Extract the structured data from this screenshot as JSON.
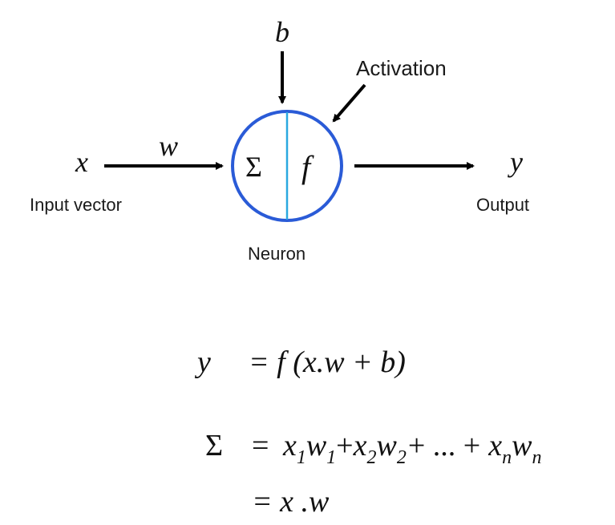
{
  "diagram": {
    "bias_symbol": "b",
    "activation_label": "Activation",
    "input_symbol": "x",
    "weight_symbol": "w",
    "input_label": "Input vector",
    "sum_symbol": "Σ",
    "activation_symbol": "f",
    "output_symbol": "y",
    "output_label": "Output",
    "neuron_label": "Neuron",
    "colors": {
      "circle_stroke": "#2a5bd7",
      "divider": "#2aa8e0",
      "arrows": "#000000",
      "text": "#1a1a1a"
    }
  },
  "equations": {
    "eq1": {
      "lhs": "y",
      "rhs": "= f (x.w + b)"
    },
    "eq2": {
      "lhs": "Σ",
      "equals": "=",
      "x1": "x",
      "sub1": "1",
      "w1": "w",
      "sub1w": "1",
      "plus1": "+",
      "x2": "x",
      "sub2": "2",
      "w2": "w",
      "sub2w": "2",
      "plus2": "+ ... +",
      "xn": "x",
      "subn": "n",
      "wn": "w",
      "subnw": "n"
    },
    "eq3": {
      "rhs": "= x .w"
    }
  }
}
